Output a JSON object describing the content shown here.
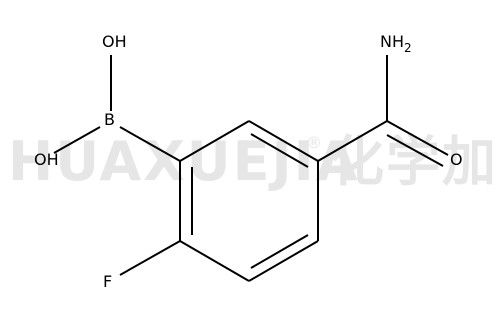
{
  "watermark": {
    "latin": "HUAXUEJIA",
    "registered": "®",
    "cjk": "化学加",
    "color": "#e6e6e6"
  },
  "atoms": {
    "oh_top": "OH",
    "oh_left": "OH",
    "boron": "B",
    "amine": "NH",
    "amine_subscript": "2",
    "oxygen": "O",
    "fluorine": "F"
  },
  "colors": {
    "bond": "#000000",
    "label": "#000000",
    "background": "#ffffff"
  }
}
